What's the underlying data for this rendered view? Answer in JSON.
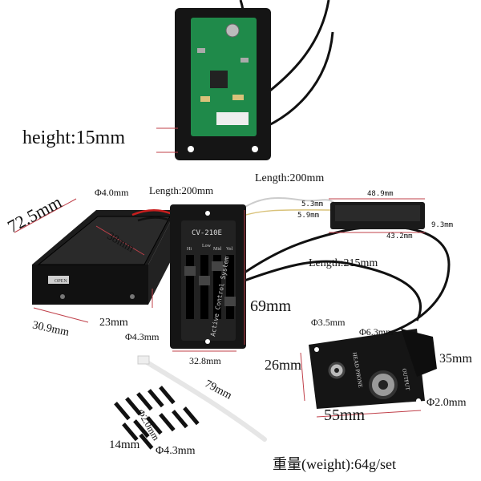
{
  "colors": {
    "pcb_green": "#1f8a4a",
    "panel_black": "#151515",
    "wire_red": "#c81e1e",
    "wire_black": "#111111",
    "dim_line": "#c0404a",
    "background": "#ffffff"
  },
  "preamp_panel": {
    "model": "CV-210E",
    "side_text": "Active Control System",
    "slider_labels": [
      "Hi",
      "Low",
      "Mid",
      "Vol"
    ]
  },
  "jack_plate": {
    "headphone_label": "HEAD PHONE",
    "output_label": "OUTPUT"
  },
  "battery_box": {
    "lid_text": "OPEN"
  },
  "dimensions": {
    "height": "height:15mm",
    "box_width": "72.5mm",
    "box_inner": "38mm",
    "box_depth": "30.9mm",
    "box_height": "23mm",
    "hole_box": "Φ4.0mm",
    "wire_box": "Length:200mm",
    "wire_pickup": "Length:200mm",
    "pickup_len": "48.9mm",
    "pickup_h1": "5.3mm",
    "pickup_h2": "5.9mm",
    "pickup_h3": "9.3mm",
    "pickup_base": "43.2mm",
    "wire_jack": "Length:215mm",
    "panel_h": "69mm",
    "panel_hole": "Φ4.3mm",
    "panel_w": "32.8mm",
    "phone_jack": "Φ3.5mm",
    "out_jack": "Φ6.3mm",
    "plate_h": "26mm",
    "plate_tab": "35mm",
    "plate_w": "55mm",
    "plate_hole": "Φ2.0mm",
    "tie_len": "79mm",
    "screw_d": "Φ2.0mm",
    "screw_len": "14mm",
    "screw_head": "Φ4.3mm",
    "weight": "重量(weight):64g/set"
  }
}
